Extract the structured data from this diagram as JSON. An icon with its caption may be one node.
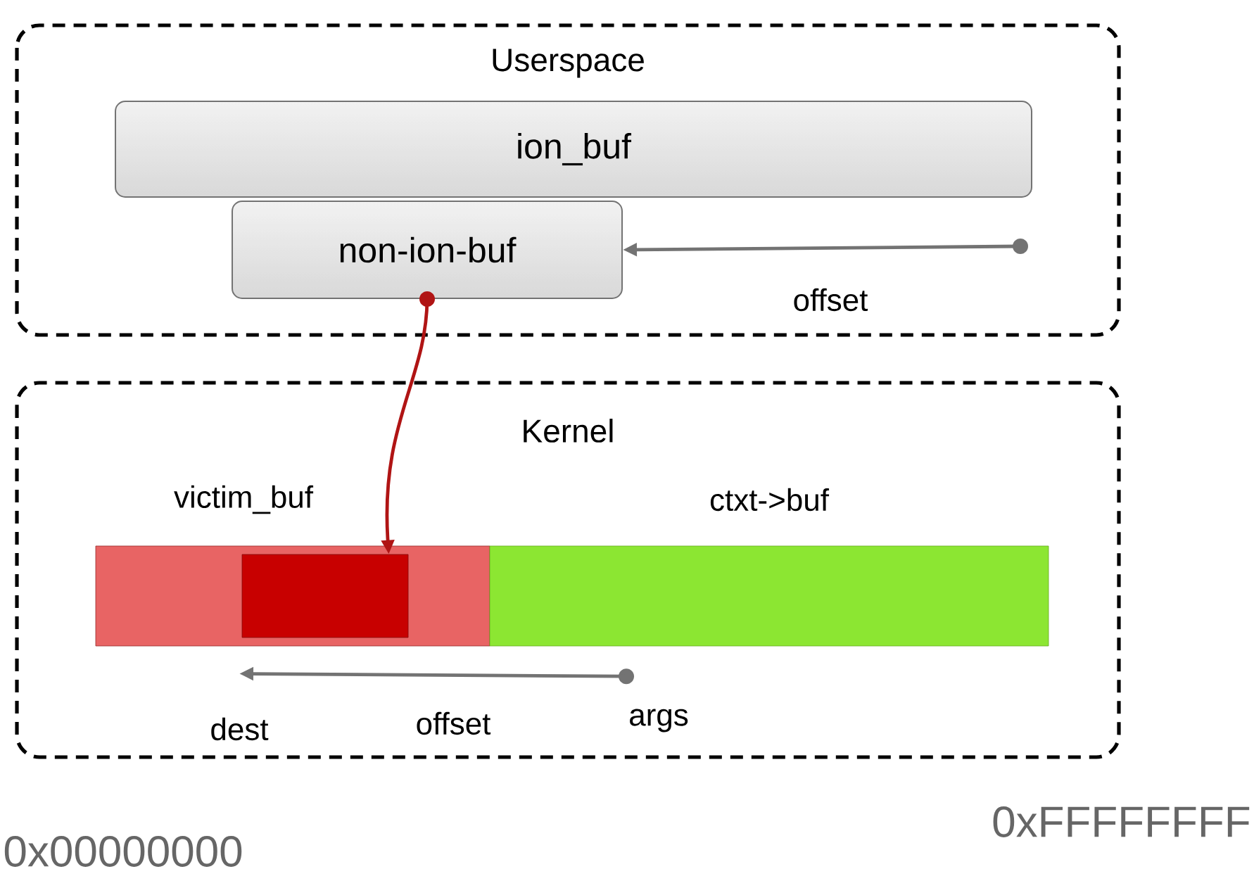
{
  "diagram": {
    "nodes": [
      {
        "text": [
          "Userspace"
        ]
      },
      {
        "text": [
          "ion_buf"
        ],
        "in": 0
      },
      {
        "text": [
          "non-ion-buf"
        ],
        "in": 0
      },
      {
        "text": [
          "Kernel"
        ]
      },
      {
        "text": [
          "victim_buf"
        ],
        "in": 3
      },
      {
        "text": [],
        "shape": "box",
        "in": 4
      },
      {
        "text": [
          "ctxt->buf"
        ],
        "in": 3
      },
      {
        "text": [
          "dest"
        ],
        "in": 3
      },
      {
        "text": [
          "args"
        ],
        "in": 3
      }
    ],
    "edges": [
      {
        "from": null,
        "to": 2,
        "arrow": "to",
        "label": "offset"
      },
      {
        "from": 2,
        "to": 5,
        "arrow": "to",
        "color": "#b01414"
      },
      {
        "from": 8,
        "to": 7,
        "arrow": "to",
        "label": "offset"
      }
    ],
    "labels": [
      "0x00000000",
      "0xFFFFFFFF"
    ]
  }
}
